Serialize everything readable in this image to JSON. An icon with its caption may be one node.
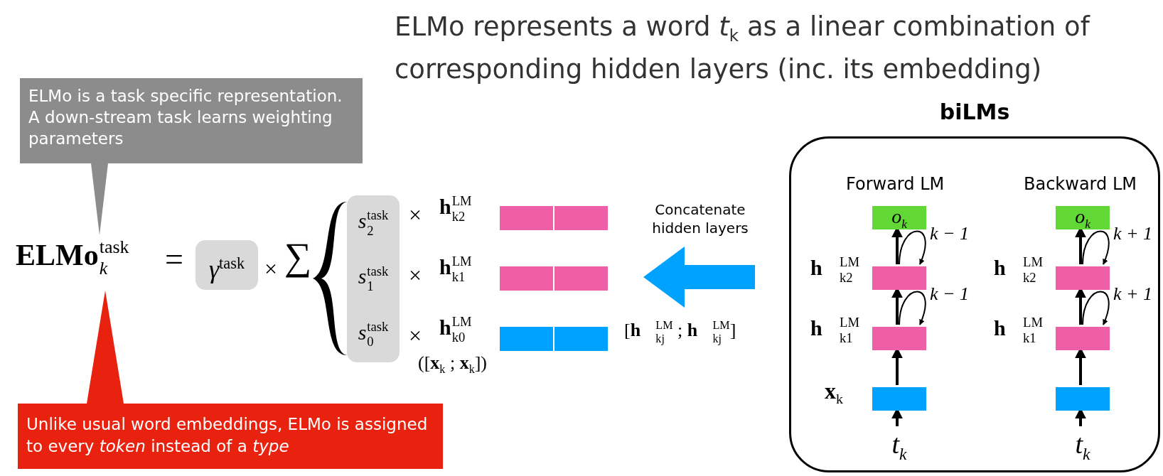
{
  "diagram": {
    "title": "ELMo represents a word *t*$_{k}$ as a linear combination of corresponding hidden layers (inc. its embedding)",
    "nodes": [
      {
        "text": [
          "biLMs"
        ]
      },
      {
        "text": [
          "o$_{k}$"
        ],
        "in": 0
      },
      {
        "text": [],
        "shape": "box",
        "in": 0
      },
      {
        "text": [],
        "shape": "box",
        "in": 0
      },
      {
        "text": [],
        "shape": "box",
        "in": 0
      },
      {
        "text": [
          "t$_{k}$"
        ],
        "in": 0
      },
      {
        "text": [
          "o$_{k}$"
        ],
        "in": 0
      },
      {
        "text": [],
        "shape": "box",
        "in": 0
      },
      {
        "text": [],
        "shape": "box",
        "in": 0
      },
      {
        "text": [],
        "shape": "box",
        "in": 0
      },
      {
        "text": [
          "t$_{k}$"
        ],
        "in": 0
      },
      {
        "text": [],
        "shape": "bar"
      },
      {
        "text": [],
        "shape": "bar"
      },
      {
        "text": [],
        "shape": "bar"
      },
      {
        "text": [
          "*s*$^{task}$$_{2}$",
          "*s*$^{task}$$_{1}$",
          "*s*$^{task}$$_{0}$"
        ]
      },
      {
        "text": [
          "*γ*$^{task}$"
        ]
      },
      {
        "text": [
          "ELMo is a task specific representation. A down-stream task learns weighting parameters"
        ]
      },
      {
        "text": [
          "**ELMo**$^{task}$$_{k}$"
        ]
      },
      {
        "text": [
          "Unlike usual word embeddings, ELMo is assigned to every *token* instead of a *type*"
        ]
      },
      {
        "text": [],
        "shape": "brace"
      }
    ],
    "edges": [
      {
        "from": 0,
        "to": null,
        "arrow": "to",
        "label": "Concatenate hidden layers",
        "style": "thick",
        "color": "#00a2ff"
      },
      {
        "from": 5,
        "to": 4,
        "arrow": "to"
      },
      {
        "from": 4,
        "to": 3,
        "arrow": "to"
      },
      {
        "from": 3,
        "to": 2,
        "arrow": "to"
      },
      {
        "from": 2,
        "to": 1,
        "arrow": "to"
      },
      {
        "from": 3,
        "to": 3,
        "arrow": "to",
        "label": "k − 1"
      },
      {
        "from": 2,
        "to": 2,
        "arrow": "to",
        "label": "k − 1"
      },
      {
        "from": 10,
        "to": 9,
        "arrow": "to"
      },
      {
        "from": 9,
        "to": 8,
        "arrow": "to"
      },
      {
        "from": 8,
        "to": 7,
        "arrow": "to"
      },
      {
        "from": 7,
        "to": 6,
        "arrow": "to"
      },
      {
        "from": 8,
        "to": 8,
        "arrow": "to",
        "label": "k + 1"
      },
      {
        "from": 7,
        "to": 7,
        "arrow": "to",
        "label": "k + 1"
      },
      {
        "from": 16,
        "to": 17,
        "arrow": "none",
        "color": "#8c8c8c"
      },
      {
        "from": 18,
        "to": 17,
        "arrow": "none",
        "color": "#e8220e"
      }
    ],
    "labels": [
      "=",
      "×",
      "∑",
      "×",
      "**h**$^{LM}$$_{k2}$",
      "×",
      "**h**$^{LM}$$_{k1}$",
      "×",
      "**h**$^{LM}$$_{k0}$",
      "([**x**$_{k}$ ; **x**$_{k}$])",
      "[**h⃗**$^{LM}$$_{kj}$ ; **h⃖**$^{LM}$$_{kj}$]",
      "Forward LM",
      "Backward LM",
      "**h⃗**$^{LM}$$_{k2}$",
      "**h⃗**$^{LM}$$_{k1}$",
      "**x**$_{k}$",
      "**h⃖**$^{LM}$$_{k2}$",
      "**h⃖**$^{LM}$$_{k1}$"
    ]
  }
}
